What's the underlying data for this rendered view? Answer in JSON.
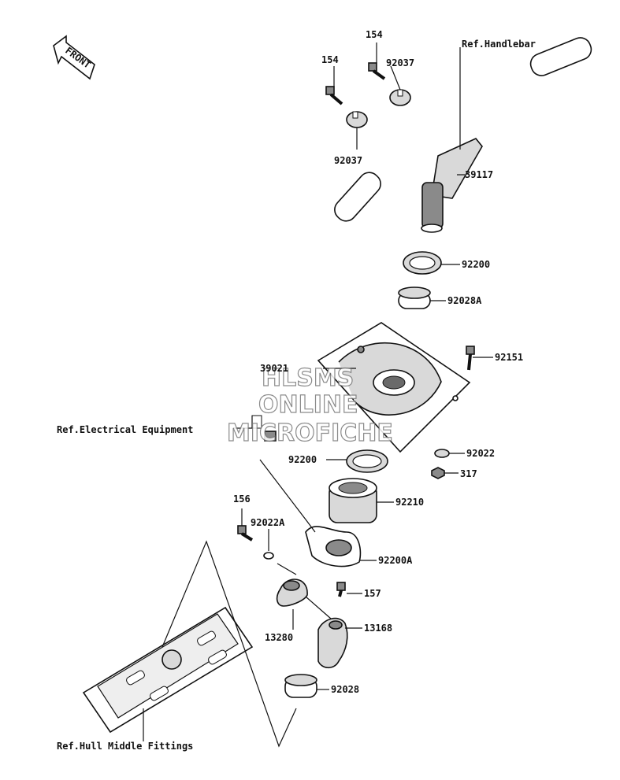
{
  "diagram": {
    "front_badge": "FRONT",
    "refs": {
      "handlebar": "Ref.Handlebar",
      "electrical": "Ref.Electrical Equipment",
      "hull": "Ref.Hull Middle Fittings"
    },
    "parts": {
      "p154a": "154",
      "p154b": "154",
      "p92037a": "92037",
      "p92037b": "92037",
      "p39117": "39117",
      "p92200a": "92200",
      "p92028A": "92028A",
      "p92151": "92151",
      "p39021": "39021",
      "p92022": "92022",
      "p317": "317",
      "p92200b": "92200",
      "p92210": "92210",
      "p156": "156",
      "p92022A": "92022A",
      "p92200A": "92200A",
      "p157": "157",
      "p13280": "13280",
      "p13168": "13168",
      "p92028": "92028"
    },
    "watermark": [
      "HLSMS",
      "ONLINE",
      "MICROFICHE"
    ]
  }
}
